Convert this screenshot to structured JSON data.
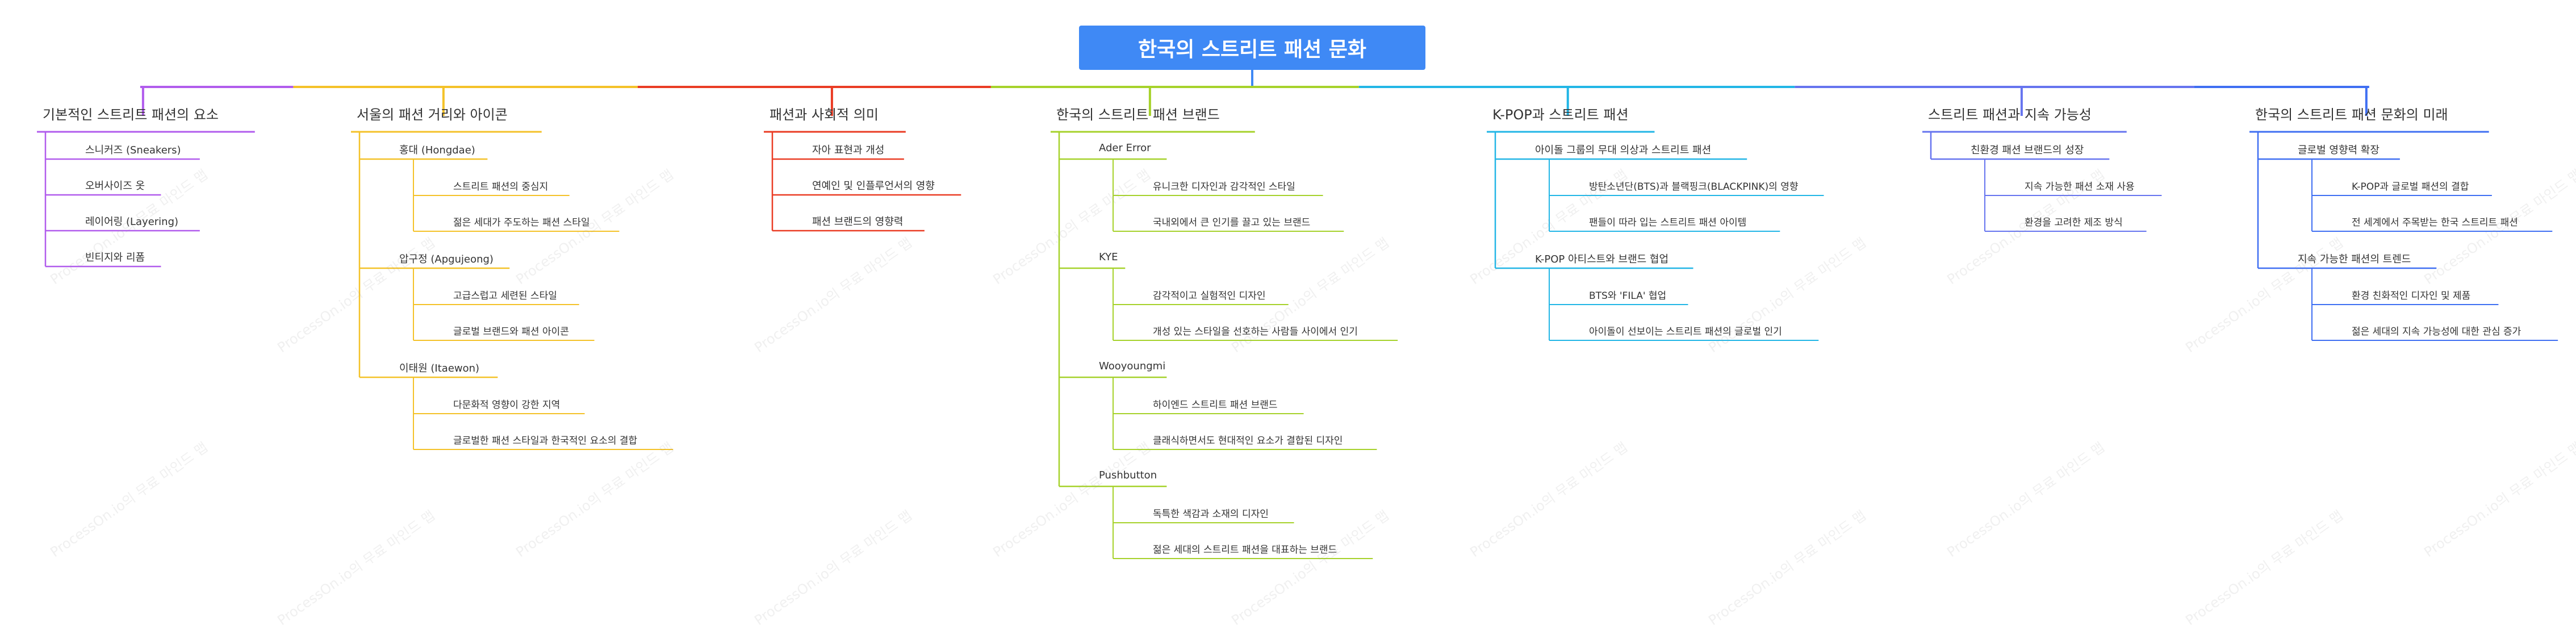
{
  "root": {
    "title": "한국의 스트리트 패션 문화",
    "color": "#3f89f5"
  },
  "watermark": "ProcessOn.io의 무료 마인드 맵",
  "branches": [
    {
      "label": "기본적인 스트리트 패션의 요소",
      "color": "#b15ced",
      "children": [
        {
          "label": "스니커즈 (Sneakers)"
        },
        {
          "label": "오버사이즈 옷"
        },
        {
          "label": "레이어링 (Layering)"
        },
        {
          "label": "빈티지와 리폼"
        }
      ]
    },
    {
      "label": "서울의 패션 거리와 아이콘",
      "color": "#f4c229",
      "children": [
        {
          "label": "홍대 (Hongdae)",
          "children": [
            {
              "label": "스트리트 패션의 중심지"
            },
            {
              "label": "젊은 세대가 주도하는 패션 스타일"
            }
          ]
        },
        {
          "label": "압구정 (Apgujeong)",
          "children": [
            {
              "label": "고급스럽고 세련된 스타일"
            },
            {
              "label": "글로벌 브랜드와 패션 아이콘"
            }
          ]
        },
        {
          "label": "이태원 (Itaewon)",
          "children": [
            {
              "label": "다문화적 영향이 강한 지역"
            },
            {
              "label": "글로벌한 패션 스타일과 한국적인 요소의 결합"
            }
          ]
        }
      ]
    },
    {
      "label": "패션과 사회적 의미",
      "color": "#ea3c24",
      "children": [
        {
          "label": "자아 표현과 개성"
        },
        {
          "label": "연예인 및 인플루언서의 영향"
        },
        {
          "label": "패션 브랜드의 영향력"
        }
      ]
    },
    {
      "label": "한국의 스트리트 패션 브랜드",
      "color": "#a6d22b",
      "children": [
        {
          "label": "Ader Error",
          "children": [
            {
              "label": "유니크한 디자인과 감각적인 스타일"
            },
            {
              "label": "국내외에서 큰 인기를 끌고 있는 브랜드"
            }
          ]
        },
        {
          "label": "KYE",
          "children": [
            {
              "label": "감각적이고 실험적인 디자인"
            },
            {
              "label": "개성 있는 스타일을 선호하는 사람들 사이에서 인기"
            }
          ]
        },
        {
          "label": "Wooyoungmi",
          "children": [
            {
              "label": "하이엔드 스트리트 패션 브랜드"
            },
            {
              "label": "클래식하면서도 현대적인 요소가 결합된 디자인"
            }
          ]
        },
        {
          "label": "Pushbutton",
          "children": [
            {
              "label": "독특한 색감과 소재의 디자인"
            },
            {
              "label": "젊은 세대의 스트리트 패션을 대표하는 브랜드"
            }
          ]
        }
      ]
    },
    {
      "label": "K-POP과 스트리트 패션",
      "color": "#22b6e6",
      "children": [
        {
          "label": "아이돌 그룹의 무대 의상과 스트리트 패션",
          "children": [
            {
              "label": "방탄소년단(BTS)과 블랙핑크(BLACKPINK)의 영향"
            },
            {
              "label": "팬들이 따라 입는 스트리트 패션 아이템"
            }
          ]
        },
        {
          "label": "K-POP 아티스트와 브랜드 협업",
          "children": [
            {
              "label": "BTS와 'FILA' 협업"
            },
            {
              "label": "아이돌이 선보이는 스트리트 패션의 글로벌 인기"
            }
          ]
        }
      ]
    },
    {
      "label": "스트리트 패션과 지속 가능성",
      "color": "#6674ef",
      "children": [
        {
          "label": "친환경 패션 브랜드의 성장",
          "children": [
            {
              "label": "지속 가능한 패션 소재 사용"
            },
            {
              "label": "환경을 고려한 제조 방식"
            }
          ]
        }
      ]
    },
    {
      "label": "한국의 스트리트 패션 문화의 미래",
      "color": "#3f6ff2",
      "children": [
        {
          "label": "글로벌 영향력 확장",
          "children": [
            {
              "label": "K-POP과 글로벌 패션의 결합"
            },
            {
              "label": "전 세계에서 주목받는 한국 스트리트 패션"
            }
          ]
        },
        {
          "label": "지속 가능한 패션의 트렌드",
          "children": [
            {
              "label": "환경 친화적인 디자인 및 제품"
            },
            {
              "label": "젊은 세대의 지속 가능성에 대한 관심 증가"
            }
          ]
        }
      ]
    }
  ]
}
